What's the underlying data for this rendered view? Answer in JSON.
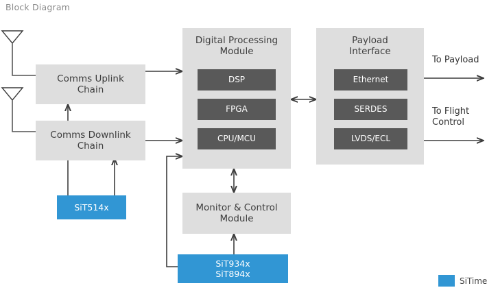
{
  "title": "Block Diagram",
  "colors": {
    "blue": "#3196d4",
    "light_gray": "#dedede",
    "dark_gray": "#595959",
    "title_gray": "#8a8a8a",
    "wire": "#3d3d3d"
  },
  "blocks": {
    "comms_uplink": "Comms Uplink\nChain",
    "comms_downlink": "Comms Downlink\nChain",
    "digital_processing_module": "Digital Processing\nModule",
    "payload_interface": "Payload\nInterface",
    "monitor_control_module": "Monitor & Control\nModule"
  },
  "dpm_children": [
    {
      "label": "DSP"
    },
    {
      "label": "FPGA"
    },
    {
      "label": "CPU/MCU"
    }
  ],
  "payload_children": [
    {
      "label": "Ethernet"
    },
    {
      "label": "SERDES"
    },
    {
      "label": "LVDS/ECL"
    }
  ],
  "sitime_parts": [
    {
      "label": "SiT514x"
    },
    {
      "label": "SiT934x\nSiT894x"
    }
  ],
  "edge_labels": {
    "to_payload": "To Payload",
    "to_flight_control": "To Flight\nControl"
  },
  "antennas": [
    {
      "name": "uplink-antenna"
    },
    {
      "name": "downlink-antenna"
    }
  ],
  "legend": {
    "label": "SiTime",
    "swatch_color": "#3196d4"
  }
}
